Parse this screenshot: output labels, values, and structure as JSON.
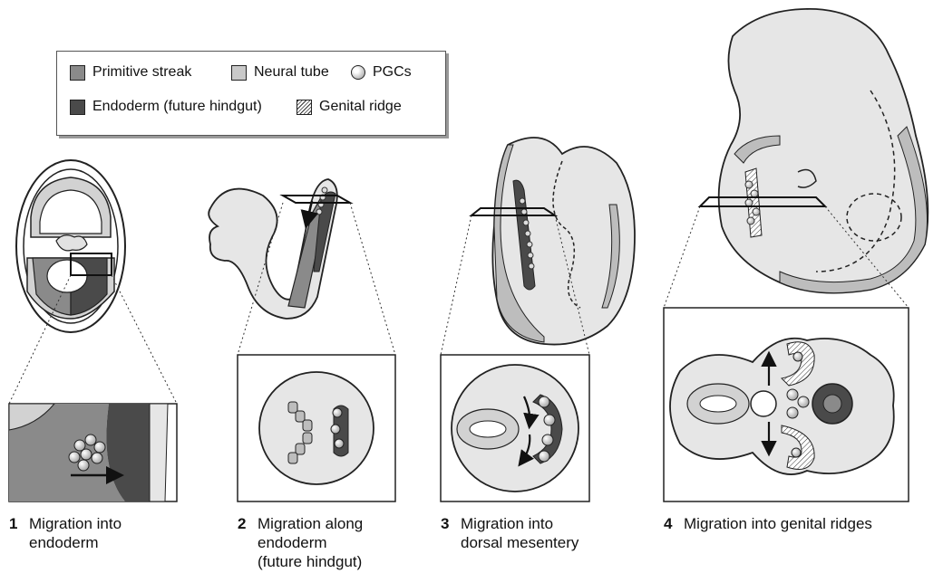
{
  "legend": {
    "primitive_streak": "Primitive streak",
    "neural_tube": "Neural tube",
    "pgcs": "PGCs",
    "endoderm": "Endoderm (future hindgut)",
    "genital_ridge": "Genital ridge"
  },
  "steps": [
    {
      "number": "1",
      "line1": "Migration into",
      "line2": "endoderm",
      "line3": ""
    },
    {
      "number": "2",
      "line1": "Migration along",
      "line2": "endoderm",
      "line3": "(future hindgut)"
    },
    {
      "number": "3",
      "line1": "Migration into",
      "line2": "dorsal mesentery",
      "line3": ""
    },
    {
      "number": "4",
      "line1": "Migration into genital ridges",
      "line2": "",
      "line3": ""
    }
  ],
  "colors": {
    "primitive_streak": "#8a8a8a",
    "neural_tube": "#c9c9c9",
    "endoderm": "#4a4a4a",
    "embryo_body": "#e6e6e6",
    "pgc": "#cfcfcf"
  }
}
